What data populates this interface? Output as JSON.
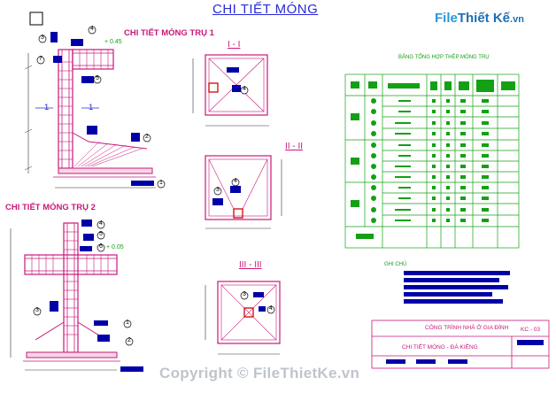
{
  "title": "CHI TIẾT MÓNG",
  "logo": {
    "part1": "File",
    "part2": "Thiết Kế",
    "part3": ".vn"
  },
  "detail1_title": "CHI TIẾT MÓNG TRỤ 1",
  "detail2_title": "CHI TIẾT MÓNG TRỤ 2",
  "section1": "I - I",
  "section2": "II - II",
  "section3": "III - III",
  "cut_label": "1",
  "elev1": "+ 0.45",
  "elev2": "+ 0.05",
  "bubbles": [
    "1",
    "2",
    "3",
    "4",
    "5",
    "6",
    "7"
  ],
  "table_title": "BẢNG TỔNG HỢP THÉP MÓNG TRỤ",
  "notes_title": "GHI CHÚ",
  "title_block": {
    "project": "CÔNG TRÌNH NHÀ Ở GIA ĐÌNH",
    "drawing": "CHI TIẾT MÓNG - ĐÀ KIỀNG",
    "sheet": "KC - 03"
  },
  "watermark": "Copyright © FileThietKe.vn",
  "colors": {
    "magenta": "#c8187a",
    "blue": "#2a2ad8",
    "green": "#14a014",
    "red": "#d01818",
    "navy": "#0000a8"
  }
}
